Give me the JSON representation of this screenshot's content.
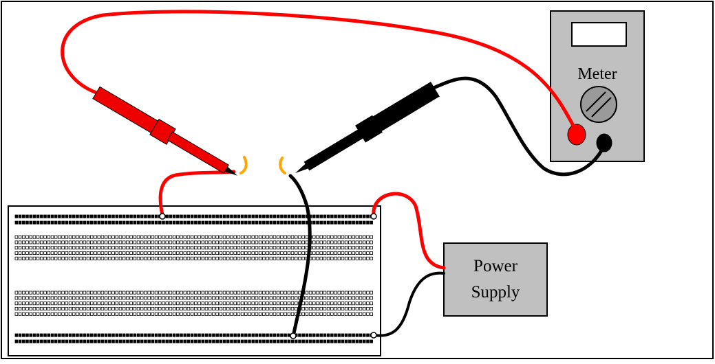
{
  "meter": {
    "label": "Meter",
    "case_color": "#c0c0c0",
    "display_color": "#ffffff",
    "knob_color": "#9a9a9a"
  },
  "power_supply": {
    "label_line1": "Power",
    "label_line2": "Supply",
    "case_color": "#c0c0c0"
  },
  "breadboard": {
    "rail_row_cells": 100,
    "main_row_cells": 100,
    "rows_per_block": 5
  },
  "wires": {
    "positive_color": "#ff0000",
    "negative_color": "#000000",
    "tip_color": "#ffa500"
  },
  "probes": {
    "red_probe_color": "#ee0000",
    "black_probe_color": "#000000"
  }
}
